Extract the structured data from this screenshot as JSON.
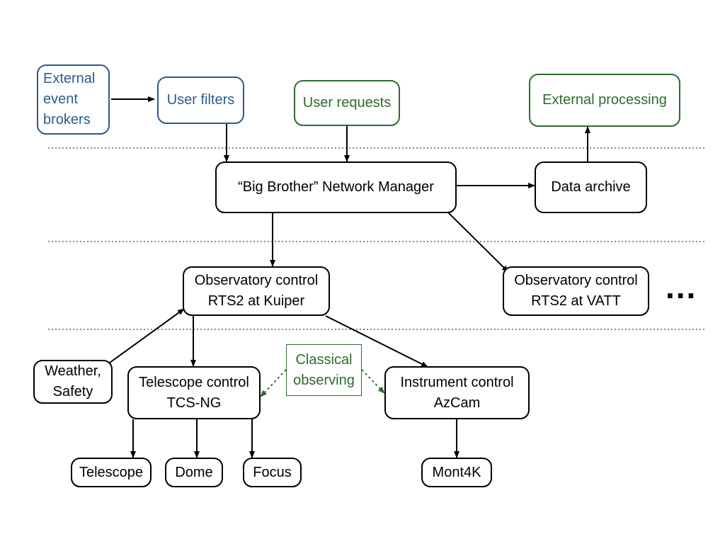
{
  "colors": {
    "external": "#2e5a8c",
    "user": "#2d6b2d",
    "default": "#000000"
  },
  "nodes": {
    "external_event_brokers": "External\nevent\nbrokers",
    "user_filters": "User filters",
    "user_requests": "User requests",
    "external_processing": "External processing",
    "network_manager": "“Big Brother” Network Manager",
    "data_archive": "Data archive",
    "observatory_kuiper": "Observatory control\nRTS2 at Kuiper",
    "observatory_vatt": "Observatory control\nRTS2 at VATT",
    "weather_safety": "Weather,\nSafety",
    "telescope_control": "Telescope control\nTCS-NG",
    "classical_observing": "Classical\nobserving",
    "instrument_control": "Instrument control\nAzCam",
    "telescope": "Telescope",
    "dome": "Dome",
    "focus": "Focus",
    "mont4k": "Mont4K"
  },
  "more_indicator": "..."
}
